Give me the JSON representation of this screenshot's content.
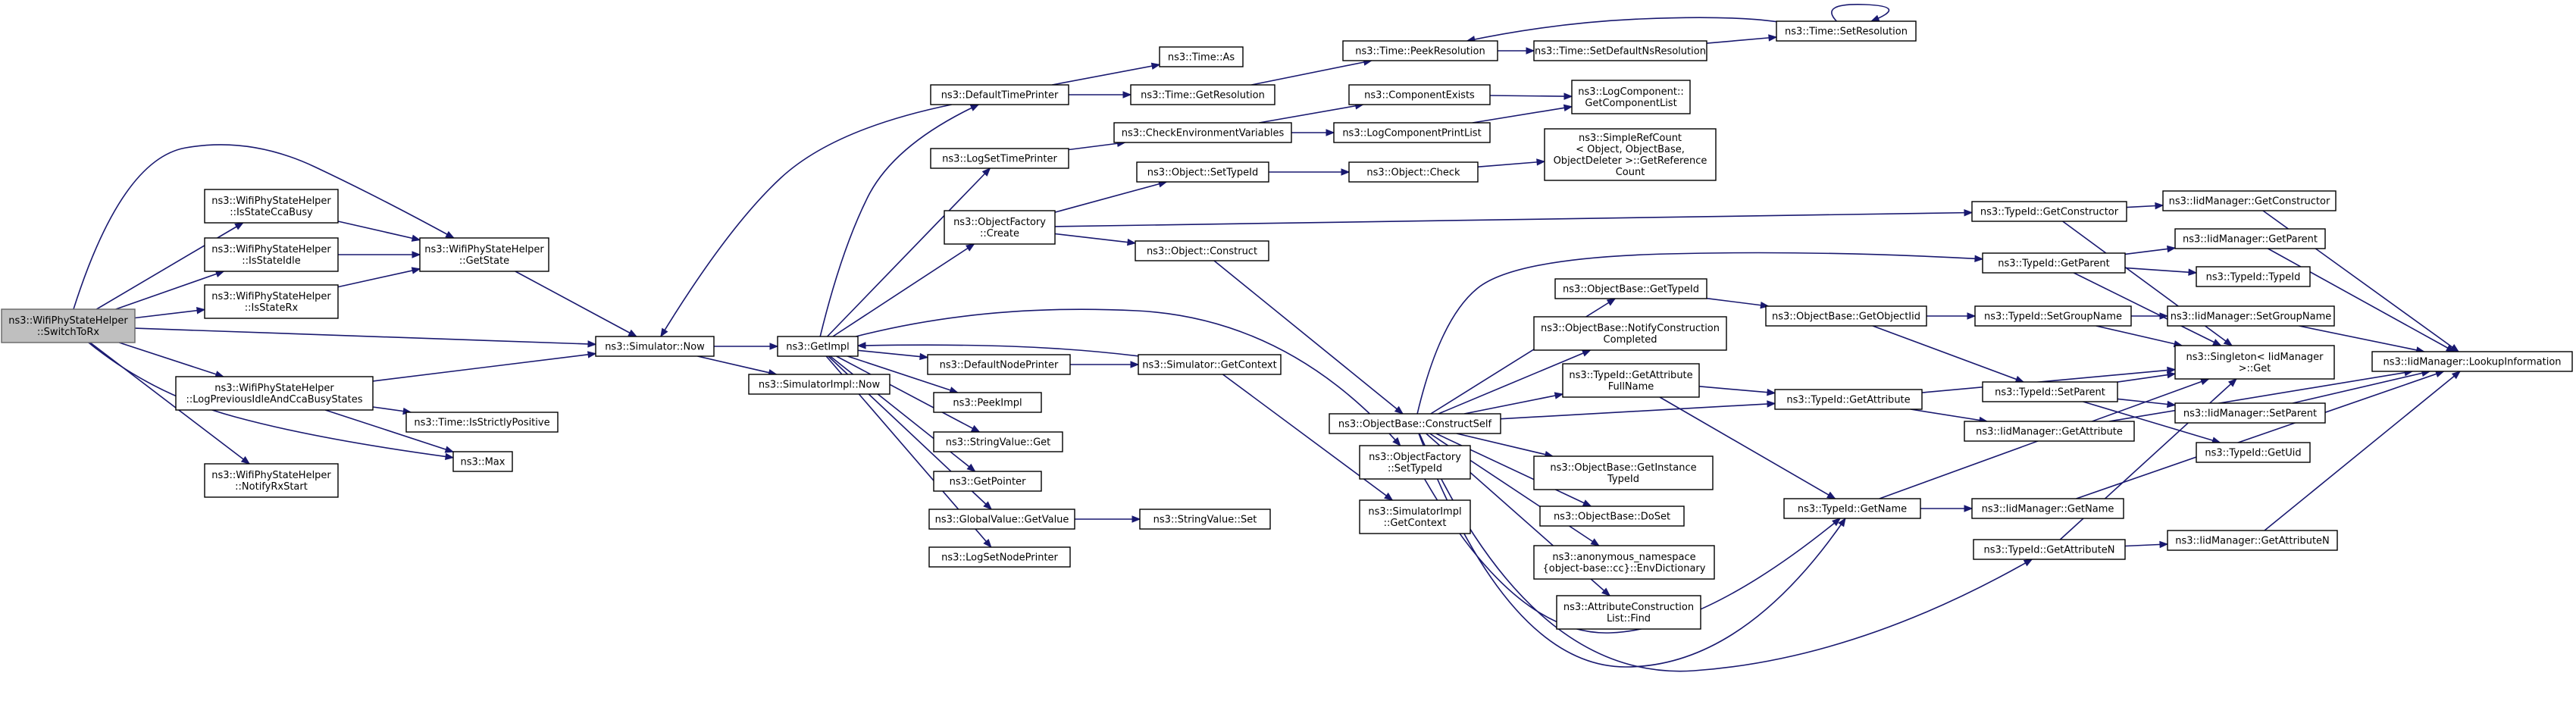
{
  "colors": {
    "edge": "#191970",
    "node_border": "#000000",
    "root_fill": "#bfbfbf",
    "background": "#ffffff"
  },
  "nodes": [
    {
      "id": "switch_to_rx",
      "lines": [
        "ns3::WifiPhyStateHelper",
        "::SwitchToRx"
      ],
      "root": true
    },
    {
      "id": "is_state_cca_busy",
      "lines": [
        "ns3::WifiPhyStateHelper",
        "::IsStateCcaBusy"
      ]
    },
    {
      "id": "is_state_idle",
      "lines": [
        "ns3::WifiPhyStateHelper",
        "::IsStateIdle"
      ]
    },
    {
      "id": "is_state_rx",
      "lines": [
        "ns3::WifiPhyStateHelper",
        "::IsStateRx"
      ]
    },
    {
      "id": "get_state",
      "lines": [
        "ns3::WifiPhyStateHelper",
        "::GetState"
      ]
    },
    {
      "id": "log_prev_idle",
      "lines": [
        "ns3::WifiPhyStateHelper",
        "::LogPreviousIdleAndCcaBusyStates"
      ]
    },
    {
      "id": "notify_rx_start",
      "lines": [
        "ns3::WifiPhyStateHelper",
        "::NotifyRxStart"
      ]
    },
    {
      "id": "time_is_strictly_positive",
      "lines": [
        "ns3::Time::IsStrictlyPositive"
      ]
    },
    {
      "id": "max",
      "lines": [
        "ns3::Max"
      ]
    },
    {
      "id": "simulator_now",
      "lines": [
        "ns3::Simulator::Now"
      ]
    },
    {
      "id": "simulator_impl_now",
      "lines": [
        "ns3::SimulatorImpl::Now"
      ]
    },
    {
      "id": "get_impl",
      "lines": [
        "ns3::GetImpl"
      ]
    },
    {
      "id": "default_time_printer",
      "lines": [
        "ns3::DefaultTimePrinter"
      ]
    },
    {
      "id": "log_set_time_printer",
      "lines": [
        "ns3::LogSetTimePrinter"
      ]
    },
    {
      "id": "object_factory_create",
      "lines": [
        "ns3::ObjectFactory",
        "::Create"
      ]
    },
    {
      "id": "default_node_printer",
      "lines": [
        "ns3::DefaultNodePrinter"
      ]
    },
    {
      "id": "peek_impl",
      "lines": [
        "ns3::PeekImpl"
      ]
    },
    {
      "id": "string_value_get",
      "lines": [
        "ns3::StringValue::Get"
      ]
    },
    {
      "id": "get_pointer",
      "lines": [
        "ns3::GetPointer"
      ]
    },
    {
      "id": "global_value_get_value",
      "lines": [
        "ns3::GlobalValue::GetValue"
      ]
    },
    {
      "id": "log_set_node_printer",
      "lines": [
        "ns3::LogSetNodePrinter"
      ]
    },
    {
      "id": "time_as",
      "lines": [
        "ns3::Time::As"
      ]
    },
    {
      "id": "time_get_resolution",
      "lines": [
        "ns3::Time::GetResolution"
      ]
    },
    {
      "id": "check_env_vars",
      "lines": [
        "ns3::CheckEnvironmentVariables"
      ]
    },
    {
      "id": "object_set_type_id",
      "lines": [
        "ns3::Object::SetTypeId"
      ]
    },
    {
      "id": "object_construct",
      "lines": [
        "ns3::Object::Construct"
      ]
    },
    {
      "id": "simulator_get_context",
      "lines": [
        "ns3::Simulator::GetContext"
      ]
    },
    {
      "id": "string_value_set",
      "lines": [
        "ns3::StringValue::Set"
      ]
    },
    {
      "id": "object_factory_set_type_id",
      "lines": [
        "ns3::ObjectFactory",
        "::SetTypeId"
      ]
    },
    {
      "id": "simulator_impl_get_context",
      "lines": [
        "ns3::SimulatorImpl",
        "::GetContext"
      ]
    },
    {
      "id": "time_peek_resolution",
      "lines": [
        "ns3::Time::PeekResolution"
      ]
    },
    {
      "id": "component_exists",
      "lines": [
        "ns3::ComponentExists"
      ]
    },
    {
      "id": "log_component_print_list",
      "lines": [
        "ns3::LogComponentPrintList"
      ]
    },
    {
      "id": "object_check",
      "lines": [
        "ns3::Object::Check"
      ]
    },
    {
      "id": "object_base_construct_self",
      "lines": [
        "ns3::ObjectBase::ConstructSelf"
      ]
    },
    {
      "id": "time_set_default_ns_resolution",
      "lines": [
        "ns3::Time::SetDefaultNsResolution"
      ]
    },
    {
      "id": "log_component_get_component_list",
      "lines": [
        "ns3::LogComponent::",
        "GetComponentList"
      ]
    },
    {
      "id": "simple_ref_count_get_reference_count",
      "lines": [
        "ns3::SimpleRefCount",
        "< Object, ObjectBase,",
        "ObjectDeleter >::GetReference",
        "Count"
      ]
    },
    {
      "id": "object_base_get_type_id",
      "lines": [
        "ns3::ObjectBase::GetTypeId"
      ]
    },
    {
      "id": "object_base_notify_construction_completed",
      "lines": [
        "ns3::ObjectBase::NotifyConstruction",
        "Completed"
      ]
    },
    {
      "id": "type_id_get_attribute_full_name",
      "lines": [
        "ns3::TypeId::GetAttribute",
        "FullName"
      ]
    },
    {
      "id": "object_base_get_instance_type_id",
      "lines": [
        "ns3::ObjectBase::GetInstance",
        "TypeId"
      ]
    },
    {
      "id": "object_base_do_set",
      "lines": [
        "ns3::ObjectBase::DoSet"
      ]
    },
    {
      "id": "anon_namespace_env_dictionary",
      "lines": [
        "ns3::anonymous_namespace",
        "{object-base::cc}::EnvDictionary"
      ]
    },
    {
      "id": "attribute_construction_list_find",
      "lines": [
        "ns3::AttributeConstruction",
        "List::Find"
      ]
    },
    {
      "id": "time_set_resolution",
      "lines": [
        "ns3::Time::SetResolution"
      ]
    },
    {
      "id": "type_id_get_constructor",
      "lines": [
        "ns3::TypeId::GetConstructor"
      ]
    },
    {
      "id": "type_id_get_parent",
      "lines": [
        "ns3::TypeId::GetParent"
      ]
    },
    {
      "id": "object_base_get_object_iid",
      "lines": [
        "ns3::ObjectBase::GetObjectIid"
      ]
    },
    {
      "id": "type_id_get_attribute",
      "lines": [
        "ns3::TypeId::GetAttribute"
      ]
    },
    {
      "id": "type_id_get_name",
      "lines": [
        "ns3::TypeId::GetName"
      ]
    },
    {
      "id": "type_id_get_attribute_n",
      "lines": [
        "ns3::TypeId::GetAttributeN"
      ]
    },
    {
      "id": "type_id_set_group_name",
      "lines": [
        "ns3::TypeId::SetGroupName"
      ]
    },
    {
      "id": "type_id_set_parent",
      "lines": [
        "ns3::TypeId::SetParent"
      ]
    },
    {
      "id": "iid_manager_get_attribute",
      "lines": [
        "ns3::IidManager::GetAttribute"
      ]
    },
    {
      "id": "iid_manager_get_name",
      "lines": [
        "ns3::IidManager::GetName"
      ]
    },
    {
      "id": "iid_manager_get_attribute_n",
      "lines": [
        "ns3::IidManager::GetAttributeN"
      ]
    },
    {
      "id": "iid_manager_get_constructor",
      "lines": [
        "ns3::IidManager::GetConstructor"
      ]
    },
    {
      "id": "iid_manager_get_parent",
      "lines": [
        "ns3::IidManager::GetParent"
      ]
    },
    {
      "id": "type_id_type_id",
      "lines": [
        "ns3::TypeId::TypeId"
      ]
    },
    {
      "id": "iid_manager_set_group_name",
      "lines": [
        "ns3::IidManager::SetGroupName"
      ]
    },
    {
      "id": "singleton_iid_manager_get",
      "lines": [
        "ns3::Singleton< IidManager",
        ">::Get"
      ]
    },
    {
      "id": "iid_manager_set_parent",
      "lines": [
        "ns3::IidManager::SetParent"
      ]
    },
    {
      "id": "type_id_get_uid",
      "lines": [
        "ns3::TypeId::GetUid"
      ]
    },
    {
      "id": "iid_manager_lookup_information",
      "lines": [
        "ns3::IidManager::LookupInformation"
      ]
    }
  ]
}
